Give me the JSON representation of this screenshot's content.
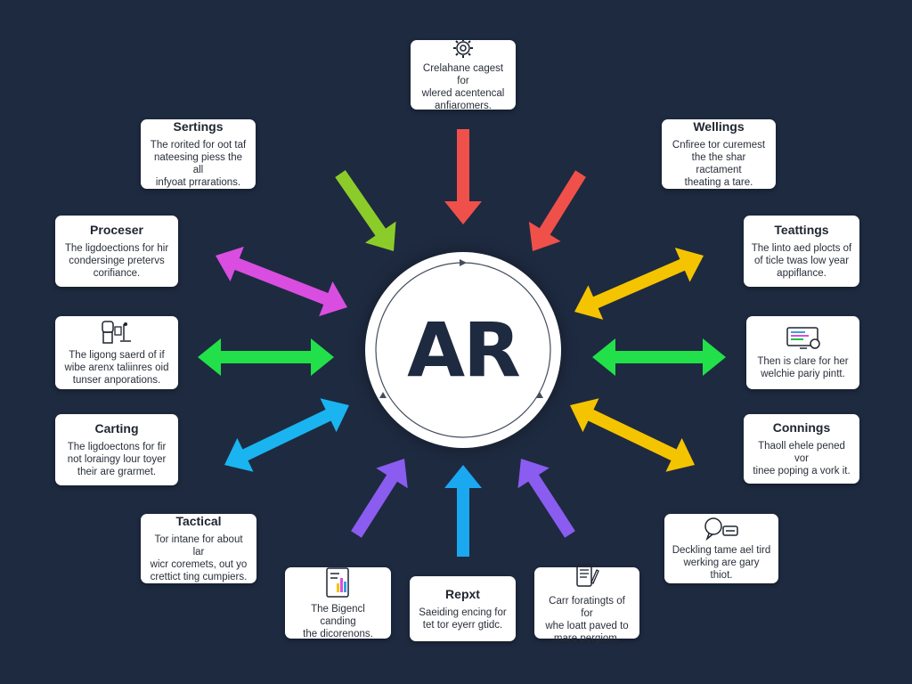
{
  "hub": {
    "label": "AR"
  },
  "cards": {
    "top": {
      "title": "",
      "body": "Crelahane cagest for\nwlered acentencal\nanfiaromers."
    },
    "settings": {
      "title": "Sertings",
      "body": "The rorited for oot taf\nnateesing piess the all\ninfyoat prrarations."
    },
    "wellings": {
      "title": "Wellings",
      "body": "Cnfiree tor curemest\nthe the shar ractament\ntheating a tare."
    },
    "proceser": {
      "title": "Proceser",
      "body": "The ligdoections for hir\ncondersinge pretervs\ncorifiance."
    },
    "teatings": {
      "title": "Teattings",
      "body": "The linto aed plocts of\nof ticle twas low year\nappiflance."
    },
    "left_mid": {
      "title": "",
      "body": "The ligong saerd of if\nwibe arenx taliinres oid\ntunser anporations."
    },
    "right_mid": {
      "title": "",
      "body": "Then is clare for her\nwelchie pariy pintt."
    },
    "carting": {
      "title": "Carting",
      "body": "The ligdoectons for fir\nnot loraingy lour toyer\ntheir are grarmet."
    },
    "connings": {
      "title": "Connings",
      "body": "Thaoll ehele pened vor\ntinee poping a vork it."
    },
    "tactical": {
      "title": "Tactical",
      "body": "Tor intane for about lar\nwicr coremets, out yo\ncrettict ting cumpiers."
    },
    "decking": {
      "title": "",
      "body": "Deckling tame ael tird\nwerking are gary thiot."
    },
    "bottom_left": {
      "title": "",
      "body": "The Bigencl canding\nthe dicorenons."
    },
    "repxt": {
      "title": "Repxt",
      "body": "Saeiding encing for\ntet tor eyerr gtidc."
    },
    "bottom_right": {
      "title": "",
      "body": "Carr foratingts of for\nwhe loatt paved to\nmare pergiom."
    }
  },
  "colors": {
    "background": "#1e2a40",
    "red": "#f0504a",
    "green_lime": "#8ccc2a",
    "magenta": "#d94ee0",
    "green": "#22e04a",
    "cyan": "#1ab4f0",
    "violet": "#8a5cf0",
    "blue": "#1aa8f0",
    "yellow": "#f5c400"
  },
  "arrows": [
    {
      "id": "top-center",
      "color": "red",
      "style": "single"
    },
    {
      "id": "top-right",
      "color": "red",
      "style": "single"
    },
    {
      "id": "top-left",
      "color": "green_lime",
      "style": "single"
    },
    {
      "id": "upper-left",
      "color": "magenta",
      "style": "double"
    },
    {
      "id": "mid-left",
      "color": "green",
      "style": "double"
    },
    {
      "id": "lower-left",
      "color": "cyan",
      "style": "double"
    },
    {
      "id": "bottom-left",
      "color": "violet",
      "style": "single"
    },
    {
      "id": "bottom-center",
      "color": "blue",
      "style": "single"
    },
    {
      "id": "bottom-right",
      "color": "violet",
      "style": "single"
    },
    {
      "id": "upper-right",
      "color": "yellow",
      "style": "double"
    },
    {
      "id": "mid-right",
      "color": "green",
      "style": "double"
    },
    {
      "id": "lower-right",
      "color": "yellow",
      "style": "double"
    }
  ]
}
